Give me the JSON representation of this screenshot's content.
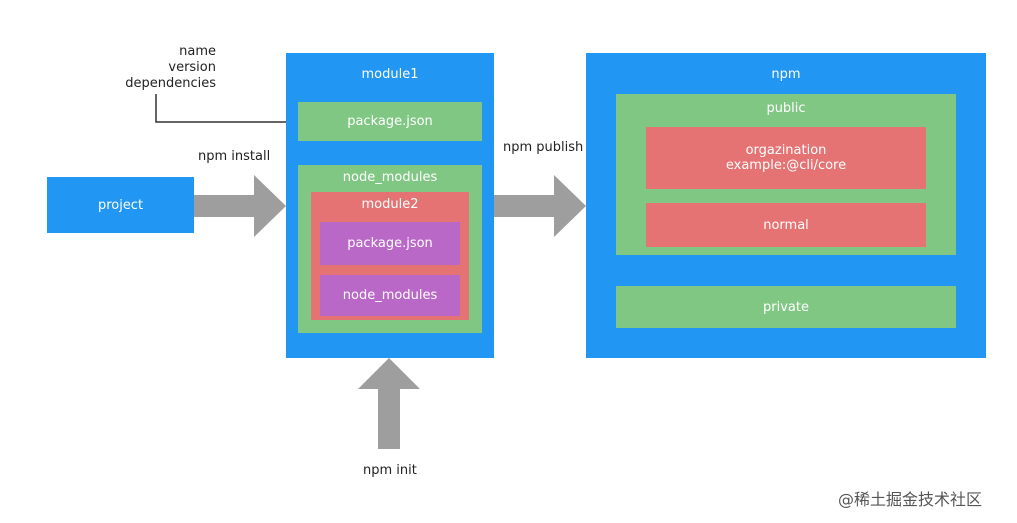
{
  "annotations": {
    "fields": [
      "name",
      "version",
      "dependencies"
    ],
    "npm_install": "npm install",
    "npm_publish": "npm publish",
    "npm_init": "npm init"
  },
  "project": {
    "label": "project"
  },
  "module1": {
    "title": "module1",
    "package_json": "package.json",
    "node_modules": {
      "title": "node_modules",
      "module2": {
        "title": "module2",
        "package_json": "package.json",
        "node_modules": "node_modules"
      }
    }
  },
  "npm": {
    "title": "npm",
    "public": {
      "title": "public",
      "organization_line1": "orgazination",
      "organization_line2": "example:@cli/core",
      "normal": "normal"
    },
    "private": "private"
  },
  "watermark": "@稀土掘金技术社区",
  "colors": {
    "blue": "#2196f3",
    "green": "#81c784",
    "red": "#e57373",
    "purple": "#ba68c8",
    "arrow": "#9e9e9e"
  }
}
